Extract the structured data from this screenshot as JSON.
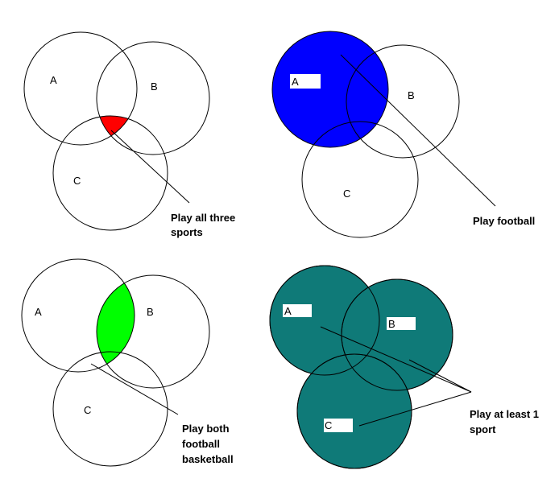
{
  "colors": {
    "all_three": "#ff0000",
    "football": "#0000ff",
    "both": "#00ff00",
    "at_least_one": "#0f7a78",
    "stroke": "#000000"
  },
  "panel1": {
    "labels": {
      "a": "A",
      "b": "B",
      "c": "C"
    },
    "caption": [
      "Play all three",
      "sports"
    ]
  },
  "panel2": {
    "labels": {
      "a": "A",
      "b": "B",
      "c": "C"
    },
    "caption": [
      "Play football"
    ]
  },
  "panel3": {
    "labels": {
      "a": "A",
      "b": "B",
      "c": "C"
    },
    "caption": [
      "Play both",
      "football",
      "basketball"
    ]
  },
  "panel4": {
    "labels": {
      "a": "A",
      "b": "B",
      "c": "C"
    },
    "caption": [
      "Play at least 1",
      "sport"
    ]
  }
}
